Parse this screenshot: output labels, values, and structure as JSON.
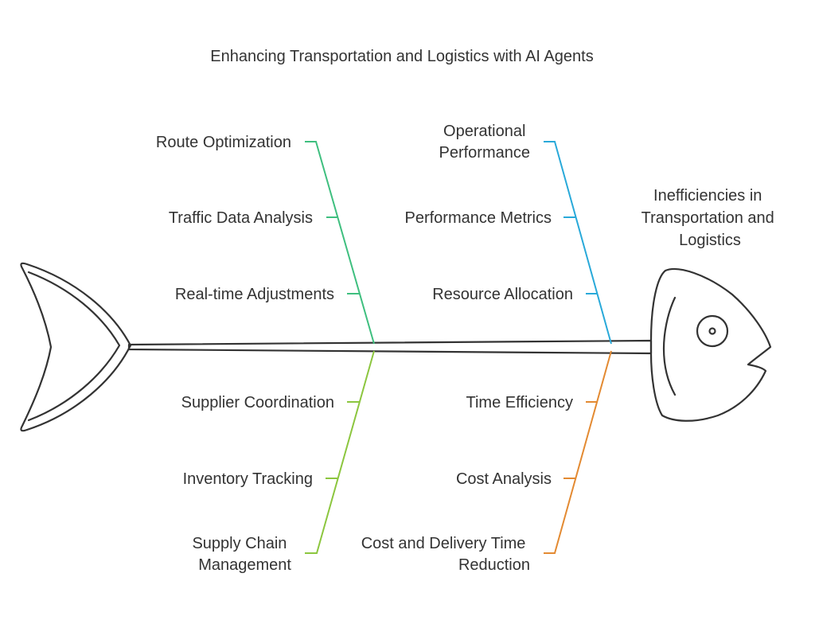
{
  "title": "Enhancing Transportation and Logistics with AI Agents",
  "effect": {
    "lines": [
      "Inefficiencies in",
      "Transportation and",
      "Logistics"
    ]
  },
  "branches": [
    {
      "id": "top-left",
      "color": "#3fbf7f",
      "header": [
        "Route Optimization"
      ],
      "causes": [
        [
          "Traffic Data Analysis"
        ],
        [
          "Real-time Adjustments"
        ]
      ]
    },
    {
      "id": "top-right",
      "color": "#29a9d9",
      "header": [
        "Operational",
        "Performance"
      ],
      "causes": [
        [
          "Performance Metrics"
        ],
        [
          "Resource Allocation"
        ]
      ]
    },
    {
      "id": "bottom-left",
      "color": "#8cc63f",
      "header": [
        "Supply Chain",
        "Management"
      ],
      "causes": [
        [
          "Supplier Coordination"
        ],
        [
          "Inventory Tracking"
        ]
      ]
    },
    {
      "id": "bottom-right",
      "color": "#e38a32",
      "header": [
        "Cost and Delivery Time",
        "Reduction"
      ],
      "causes": [
        [
          "Time Efficiency"
        ],
        [
          "Cost Analysis"
        ]
      ]
    }
  ],
  "colors": {
    "fish_fill": "#ebebeb",
    "outline": "#333333",
    "text": "#333333"
  }
}
